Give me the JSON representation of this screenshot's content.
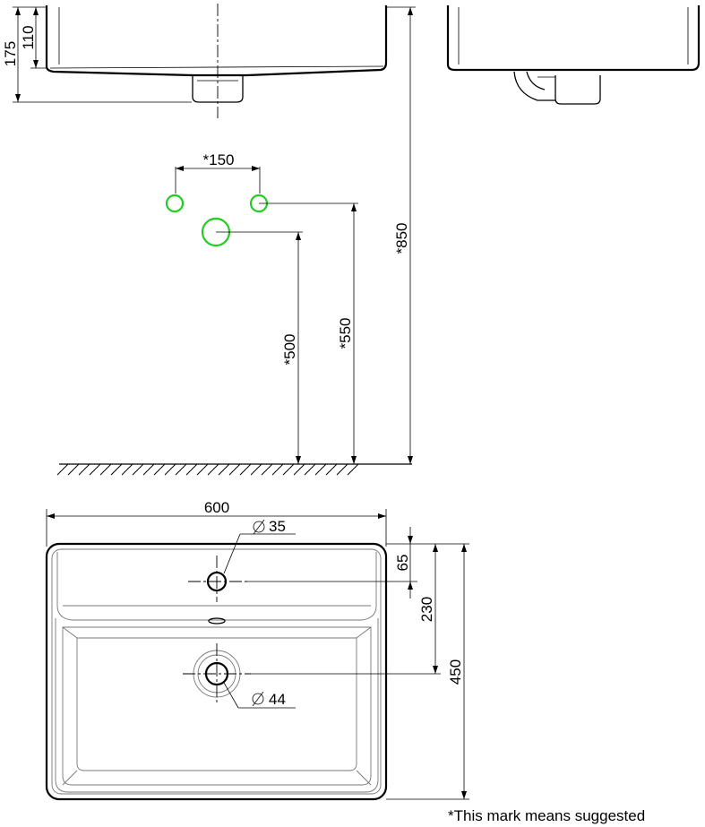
{
  "side_view": {
    "height_total": "175",
    "height_bowl": "110"
  },
  "installation": {
    "tap_spacing": "*150",
    "drain_height": "*500",
    "tap_height": "*550",
    "rim_height": "*850"
  },
  "top_view": {
    "width": "600",
    "tap_hole_diameter": "35",
    "drain_diameter": "44",
    "tap_offset": "65",
    "drain_offset": "230",
    "depth": "450"
  },
  "footnote": "*This mark means suggested",
  "colors": {
    "line": "#000000",
    "highlight": "#22cc22"
  }
}
